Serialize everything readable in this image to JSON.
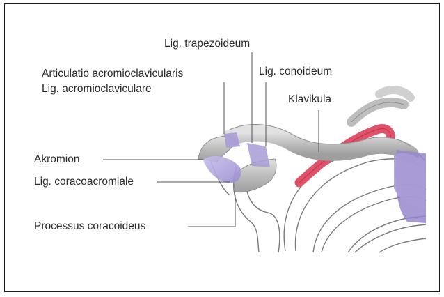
{
  "figure": {
    "labels": {
      "lig_trapezoideum": "Lig. trapezoideum",
      "articulatio": "Articulatio acromioclavicularis",
      "lig_acromioclaviculare": "Lig. acromioclaviculare",
      "lig_conoideum": "Lig. conoideum",
      "klavikula": "Klavikula",
      "akromion": "Akromion",
      "lig_coracoacromiale": "Lig. coracoacromiale",
      "processus_coracoideus": "Processus coracoideus"
    },
    "colors": {
      "bone": "#c4c4c4",
      "bone_edge": "#8f8f8f",
      "ligament": "#a89bd6",
      "rib_artery": "#e0526a",
      "outline": "#6e6e6e",
      "leader": "#555555"
    }
  }
}
